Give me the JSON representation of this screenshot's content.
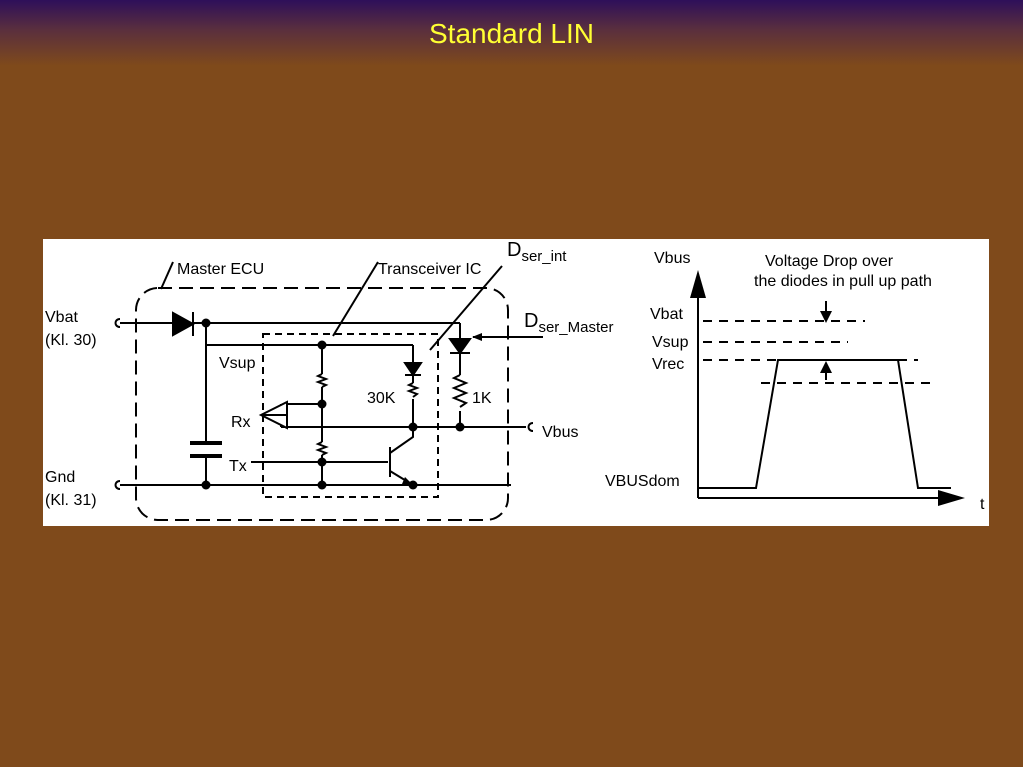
{
  "slide": {
    "title": "Standard LIN"
  },
  "circuit": {
    "master_ecu_label": "Master ECU",
    "transceiver_label": "Transceiver IC",
    "dser_int": {
      "main": "D",
      "sub": "ser_int"
    },
    "dser_master": {
      "main": "D",
      "sub": "ser_Master"
    },
    "vbat_label": "Vbat",
    "vbat_terminal": "(Kl. 30)",
    "gnd_label": "Gnd",
    "gnd_terminal": "(Kl. 31)",
    "vsup_label": "Vsup",
    "rx_label": "Rx",
    "tx_label": "Tx",
    "r30k_label": "30K",
    "r1k_label": "1K",
    "vbus_label": "Vbus"
  },
  "waveform": {
    "y_axis_label": "Vbus",
    "x_axis_label": "t",
    "annotation_line1": "Voltage Drop over",
    "annotation_line2": "the diodes in pull up path",
    "level_vbat": "Vbat",
    "level_vsup": "Vsup",
    "level_vrec": "Vrec",
    "level_vbusdom": "VBUSdom"
  }
}
